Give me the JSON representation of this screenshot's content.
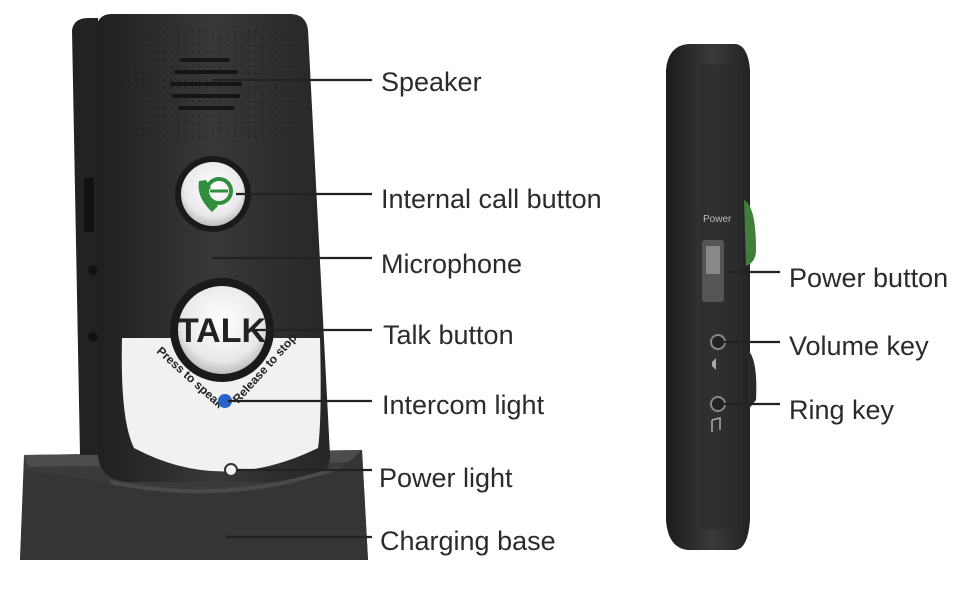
{
  "front_labels": {
    "speaker": "Speaker",
    "internal_call_button": "Internal call button",
    "microphone": "Microphone",
    "talk_button": "Talk button",
    "intercom_light": "Intercom light",
    "power_light": "Power light",
    "charging_base": "Charging base"
  },
  "side_labels": {
    "power_button": "Power button",
    "volume_key": "Volume key",
    "ring_key": "Ring key"
  },
  "device_text": {
    "talk": "TALK",
    "press_to_speak": "Press to speak",
    "release_to_stop": "Release to stop",
    "side_power": "Power"
  },
  "colors": {
    "body": "#2e2e30",
    "face_panel": "#f1f1f1",
    "call_icon": "#2f8f3c",
    "intercom_light": "#2a63c9",
    "label_text": "#2b2b2b"
  }
}
